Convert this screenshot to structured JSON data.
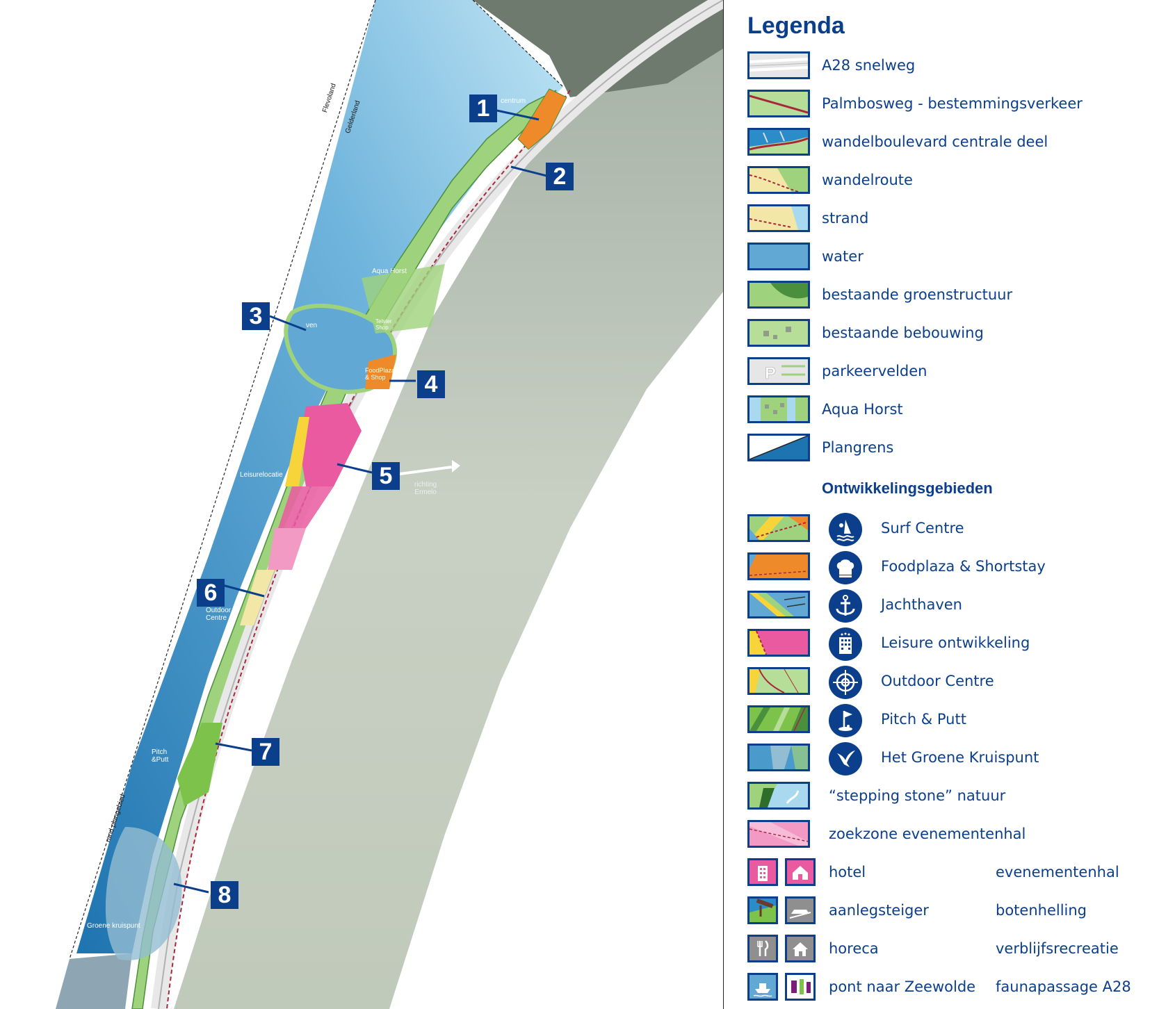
{
  "map": {
    "markers": [
      "1",
      "2",
      "3",
      "4",
      "5",
      "6",
      "7",
      "8"
    ],
    "labels": {
      "surf": "centrum",
      "aqua_horst": "Aqua Horst",
      "leisure": "Leisurelocatie",
      "outdoor": "Outdoor\nCentre",
      "pitch": "Pitch\n&Putt",
      "groene": "Groene kruispunt",
      "richting": "richting\nErmelo",
      "flevoland": "Flevoland",
      "gelderland": "Gelderland",
      "rand": "rand plangebied",
      "foodplaza": "FoodPlaza\n& Shop",
      "jachthaven": "ven",
      "teleshop": "Telster\nShop"
    },
    "colors": {
      "water_light": "#a9d9ef",
      "water_dark": "#1f78b5",
      "green": "#9fd27c",
      "dark_green": "#4a8f3c",
      "beach": "#f3e7a8",
      "orange": "#ef8a2a",
      "pink": "#ea5aa0",
      "road": "#d9d9d9",
      "marker": "#0b3f8c"
    }
  },
  "legend": {
    "title": "Legenda",
    "items": [
      {
        "label": "A28 snelweg",
        "swatch": "snelweg"
      },
      {
        "label": "Palmbosweg - bestemmingsverkeer",
        "swatch": "palmbos"
      },
      {
        "label": "wandelboulevard centrale deel",
        "swatch": "boulevard"
      },
      {
        "label": "wandelroute",
        "swatch": "wandelroute"
      },
      {
        "label": "strand",
        "swatch": "strand"
      },
      {
        "label": "water",
        "swatch": "water"
      },
      {
        "label": "bestaande groenstructuur",
        "swatch": "groen"
      },
      {
        "label": "bestaande bebouwing",
        "swatch": "bebouwing"
      },
      {
        "label": "parkeervelden",
        "swatch": "parkeer"
      },
      {
        "label": "Aqua Horst",
        "swatch": "aqua"
      },
      {
        "label": "Plangrens",
        "swatch": "plangrens"
      }
    ],
    "section_title": "Ontwikkelingsgebieden",
    "development": [
      {
        "label": "Surf Centre",
        "icon": "surf-icon",
        "swatch": "surf"
      },
      {
        "label": "Foodplaza & Shortstay",
        "icon": "chef-hat-icon",
        "swatch": "food"
      },
      {
        "label": "Jachthaven",
        "icon": "anchor-icon",
        "swatch": "jacht"
      },
      {
        "label": "Leisure ontwikkeling",
        "icon": "hotel-building-icon",
        "swatch": "leisure"
      },
      {
        "label": "Outdoor Centre",
        "icon": "target-icon",
        "swatch": "outdoor"
      },
      {
        "label": "Pitch & Putt",
        "icon": "golf-flag-icon",
        "swatch": "pitch"
      },
      {
        "label": "Het Groene Kruispunt",
        "icon": "bird-icon",
        "swatch": "kruispunt"
      },
      {
        "label": "“stepping stone” natuur",
        "icon": "",
        "swatch": "stepping"
      },
      {
        "label": "zoekzone evenementenhal",
        "icon": "",
        "swatch": "zoekzone"
      }
    ],
    "pairs": [
      {
        "left": "hotel",
        "right": "evenementenhal",
        "left_icon": "hotel-icon",
        "right_icon": "event-hall-icon"
      },
      {
        "left": "aanlegsteiger",
        "right": "botenhelling",
        "left_icon": "jetty-icon",
        "right_icon": "boat-ramp-icon"
      },
      {
        "left": "horeca",
        "right": "verblijfsrecreatie",
        "left_icon": "cutlery-icon",
        "right_icon": "house-icon"
      },
      {
        "left": "pont naar Zeewolde",
        "right": "faunapassage A28",
        "left_icon": "ferry-icon",
        "right_icon": "fauna-passage-icon"
      }
    ]
  }
}
